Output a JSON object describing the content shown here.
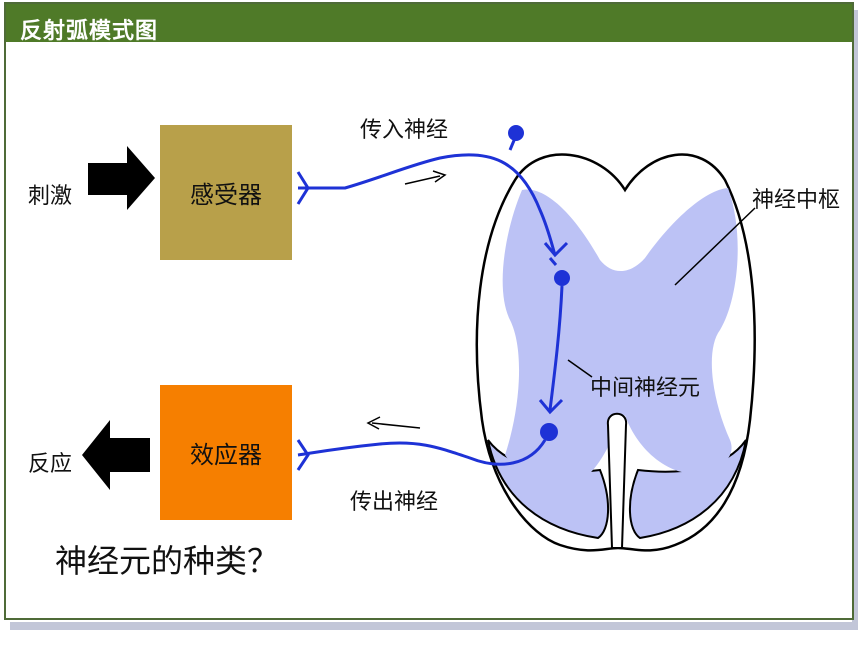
{
  "header": {
    "title": "反射弧模式图"
  },
  "labels": {
    "stimulus": "刺激",
    "receptor": "感受器",
    "afferent_nerve": "传入神经",
    "nerve_center": "神经中枢",
    "interneuron": "中间神经元",
    "effector": "效应器",
    "response": "反应",
    "efferent_nerve": "传出神经"
  },
  "question": "神经元的种类？",
  "colors": {
    "title_bar": "#4f7a28",
    "receptor_box": "#b8a04a",
    "effector_box": "#f67f00",
    "neuron": "#1e32d6",
    "gray_matter": "#bcc2f5",
    "arrow": "#000000"
  }
}
